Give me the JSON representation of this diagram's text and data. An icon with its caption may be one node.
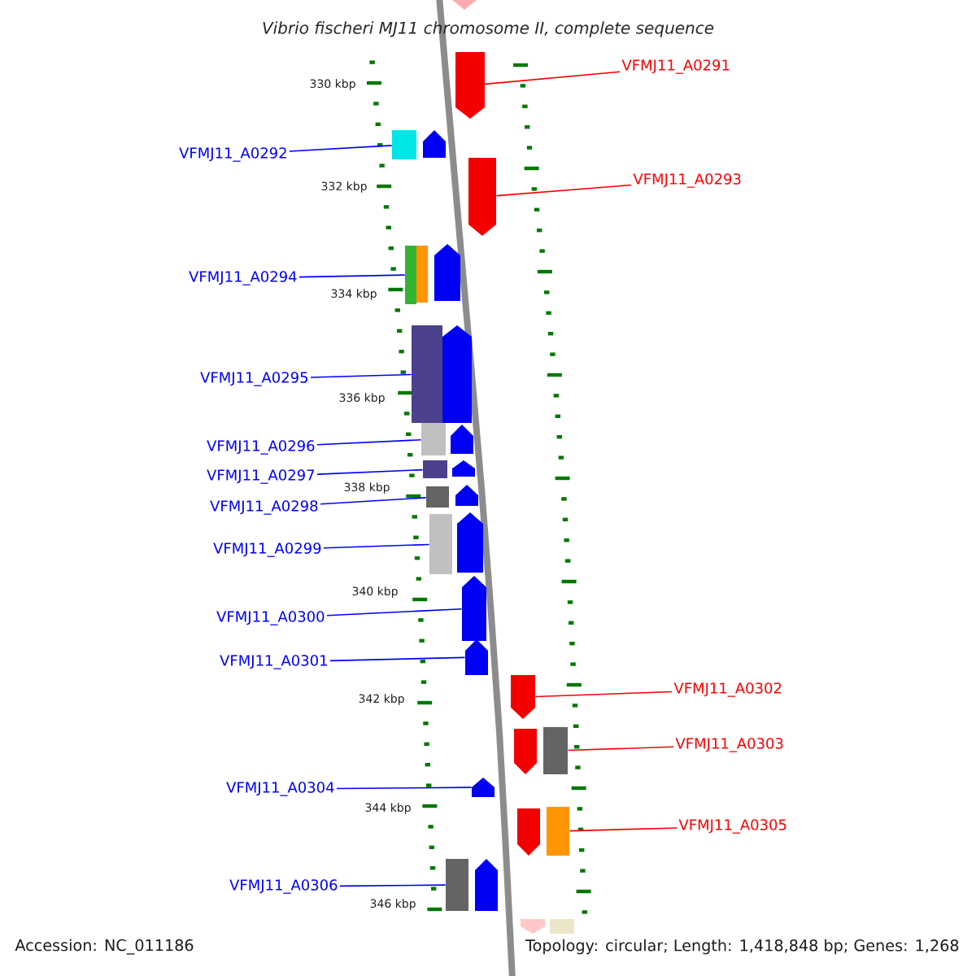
{
  "diagram": {
    "title": "Vibrio fischeri MJ11 chromosome II, complete sequence",
    "nodes": [
      {
        "text": [
          "VFMJ11_A0291"
        ]
      },
      {
        "text": [
          "VFMJ11_A0292"
        ]
      },
      {
        "text": [
          "VFMJ11_A0293"
        ]
      },
      {
        "text": [
          "VFMJ11_A0294"
        ]
      },
      {
        "text": [
          "VFMJ11_A0295"
        ]
      },
      {
        "text": [
          "VFMJ11_A0296"
        ]
      },
      {
        "text": [
          "VFMJ11_A0297"
        ]
      },
      {
        "text": [
          "VFMJ11_A0298"
        ]
      },
      {
        "text": [
          "VFMJ11_A0299"
        ]
      },
      {
        "text": [
          "VFMJ11_A0300"
        ]
      },
      {
        "text": [
          "VFMJ11_A0301"
        ]
      },
      {
        "text": [
          "VFMJ11_A0302"
        ]
      },
      {
        "text": [
          "VFMJ11_A0303"
        ]
      },
      {
        "text": [
          "VFMJ11_A0304"
        ]
      },
      {
        "text": [
          "VFMJ11_A0305"
        ]
      },
      {
        "text": [
          "VFMJ11_A0306"
        ]
      },
      {
        "text": [],
        "shape": "pentagon"
      },
      {
        "text": [],
        "shape": "pentagon"
      },
      {
        "text": [],
        "shape": "box"
      },
      {
        "text": [],
        "shape": "pentagon"
      },
      {
        "text": [],
        "shape": "pentagon"
      },
      {
        "text": [],
        "shape": "pentagon"
      },
      {
        "text": [],
        "shape": "box"
      },
      {
        "text": [],
        "shape": "box"
      },
      {
        "text": [],
        "shape": "box"
      },
      {
        "text": [],
        "shape": "pentagon"
      },
      {
        "text": [],
        "shape": "box"
      },
      {
        "text": [],
        "shape": "pentagon"
      },
      {
        "text": [],
        "shape": "box"
      },
      {
        "text": [],
        "shape": "pentagon"
      },
      {
        "text": [],
        "shape": "pentagon"
      },
      {
        "text": [],
        "shape": "box"
      },
      {
        "text": [],
        "shape": "pentagon"
      },
      {
        "text": [],
        "shape": "box"
      },
      {
        "text": [],
        "shape": "pentagon"
      },
      {
        "text": [],
        "shape": "pentagon"
      },
      {
        "text": [],
        "shape": "pentagon"
      },
      {
        "text": [],
        "shape": "box"
      },
      {
        "text": [],
        "shape": "pentagon"
      },
      {
        "text": [],
        "shape": "pentagon"
      },
      {
        "text": [],
        "shape": "box"
      },
      {
        "text": [],
        "shape": "pentagon"
      },
      {
        "text": [],
        "shape": "box"
      },
      {
        "text": [],
        "shape": "pentagon"
      },
      {
        "text": [],
        "shape": "pentagon"
      },
      {
        "text": [],
        "shape": "box"
      }
    ],
    "edges": [
      {
        "from": 0,
        "to": 17,
        "arrow": "none",
        "color": "#ff0000"
      },
      {
        "from": 1,
        "to": 18,
        "arrow": "none",
        "color": "#0000ff"
      },
      {
        "from": 2,
        "to": 20,
        "arrow": "none",
        "color": "#ff0000"
      },
      {
        "from": 3,
        "to": 22,
        "arrow": "none",
        "color": "#0000ff"
      },
      {
        "from": 4,
        "to": 24,
        "arrow": "none",
        "color": "#0000ff"
      },
      {
        "from": 5,
        "to": 26,
        "arrow": "none",
        "color": "#0000ff"
      },
      {
        "from": 6,
        "to": 28,
        "arrow": "none",
        "color": "#0000ff"
      },
      {
        "from": 7,
        "to": 31,
        "arrow": "none",
        "color": "#0000ff"
      },
      {
        "from": 8,
        "to": 33,
        "arrow": "none",
        "color": "#0000ff"
      },
      {
        "from": 9,
        "to": 34,
        "arrow": "none",
        "color": "#0000ff"
      },
      {
        "from": 10,
        "to": 35,
        "arrow": "none",
        "color": "#0000ff"
      },
      {
        "from": 11,
        "to": 36,
        "arrow": "none",
        "color": "#ff0000"
      },
      {
        "from": 12,
        "to": 37,
        "arrow": "none",
        "color": "#ff0000"
      },
      {
        "from": 13,
        "to": 39,
        "arrow": "none",
        "color": "#0000ff"
      },
      {
        "from": 14,
        "to": 40,
        "arrow": "none",
        "color": "#ff0000"
      },
      {
        "from": 15,
        "to": 42,
        "arrow": "none",
        "color": "#0000ff"
      }
    ],
    "labels": [
      "330 kbp",
      "332 kbp",
      "334 kbp",
      "336 kbp",
      "338 kbp",
      "340 kbp",
      "342 kbp",
      "344 kbp",
      "346 kbp",
      "Accession: NC_011186",
      "Topology: circular; Length: 1,418,848 bp; Genes: 1,268"
    ]
  }
}
